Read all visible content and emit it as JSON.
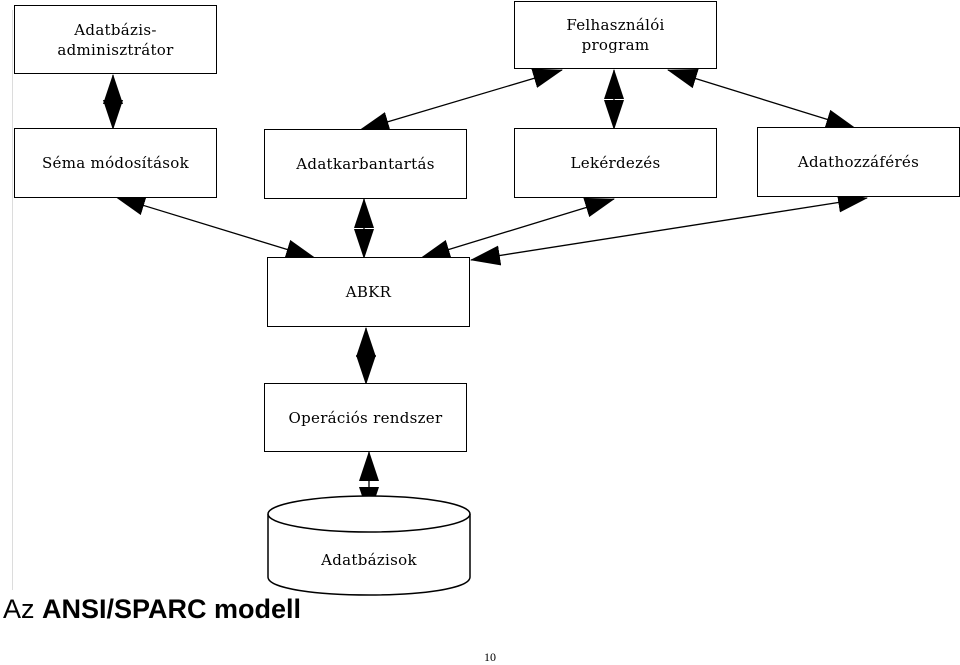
{
  "diagram": {
    "nodes": {
      "admin": "Adatbázis-\nadminisztrátor",
      "user_program": "Felhasználói\nprogram",
      "schema": "Séma módosítások",
      "maintenance": "Adatkarbantartás",
      "query": "Lekérdezés",
      "access": "Adathozzáférés",
      "abkr": "ABKR",
      "os": "Operációs rendszer",
      "databases": "Adatbázisok"
    }
  },
  "caption": {
    "prefix": "Az",
    "bold": "ANSI/SPARC modell"
  },
  "page_number": "10"
}
